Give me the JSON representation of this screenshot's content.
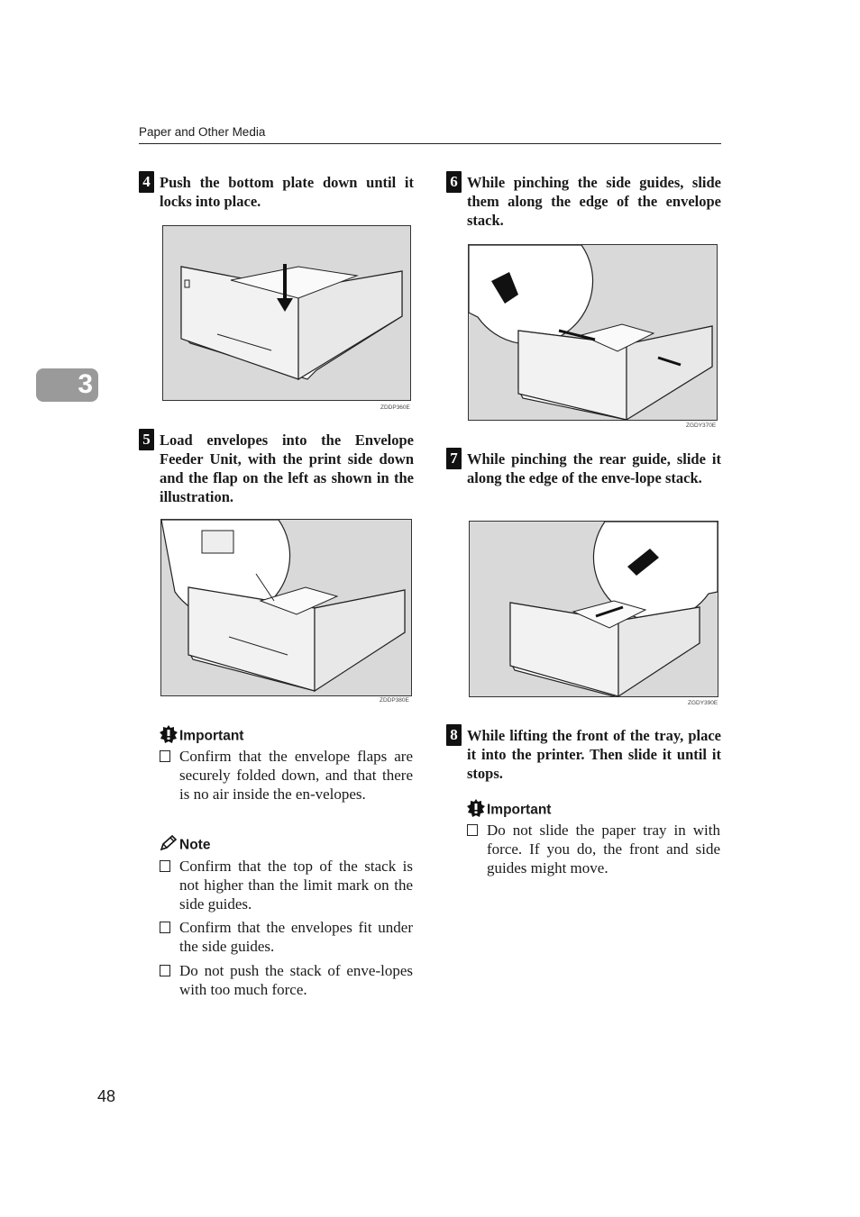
{
  "header": {
    "title": "Paper and Other Media"
  },
  "chapter": {
    "number": "3"
  },
  "steps": [
    {
      "num": "4",
      "text": "Push the bottom plate down until it locks into place.",
      "figure_id": "ZDDP360E"
    },
    {
      "num": "5",
      "text": "Load envelopes into the Envelope Feeder Unit, with the print side down and the flap on the left as shown in the illustration.",
      "figure_id": "ZDDP380E"
    },
    {
      "num": "6",
      "text": "While pinching the side guides, slide them along the edge of the envelope stack.",
      "figure_id": "ZGDY370E"
    },
    {
      "num": "7",
      "text": "While pinching the rear guide, slide it along the edge of the enve-lope stack.",
      "figure_id": "ZGDY390E"
    },
    {
      "num": "8",
      "text": "While lifting the front of the tray, place it into the printer. Then slide it until it stops."
    }
  ],
  "important_left": {
    "heading": "Important",
    "items": [
      "Confirm that the envelope flaps are securely folded down, and that there is no air inside the en-velopes."
    ]
  },
  "note": {
    "heading": "Note",
    "items": [
      "Confirm that the top of the stack is not higher than the limit mark on the side guides.",
      "Confirm that the envelopes fit under the side guides.",
      "Do not push the stack of enve-lopes with too much force."
    ]
  },
  "important_right": {
    "heading": "Important",
    "items": [
      "Do not slide the paper tray in with force. If you do, the front and side guides might move."
    ]
  },
  "page": {
    "number": "48"
  }
}
